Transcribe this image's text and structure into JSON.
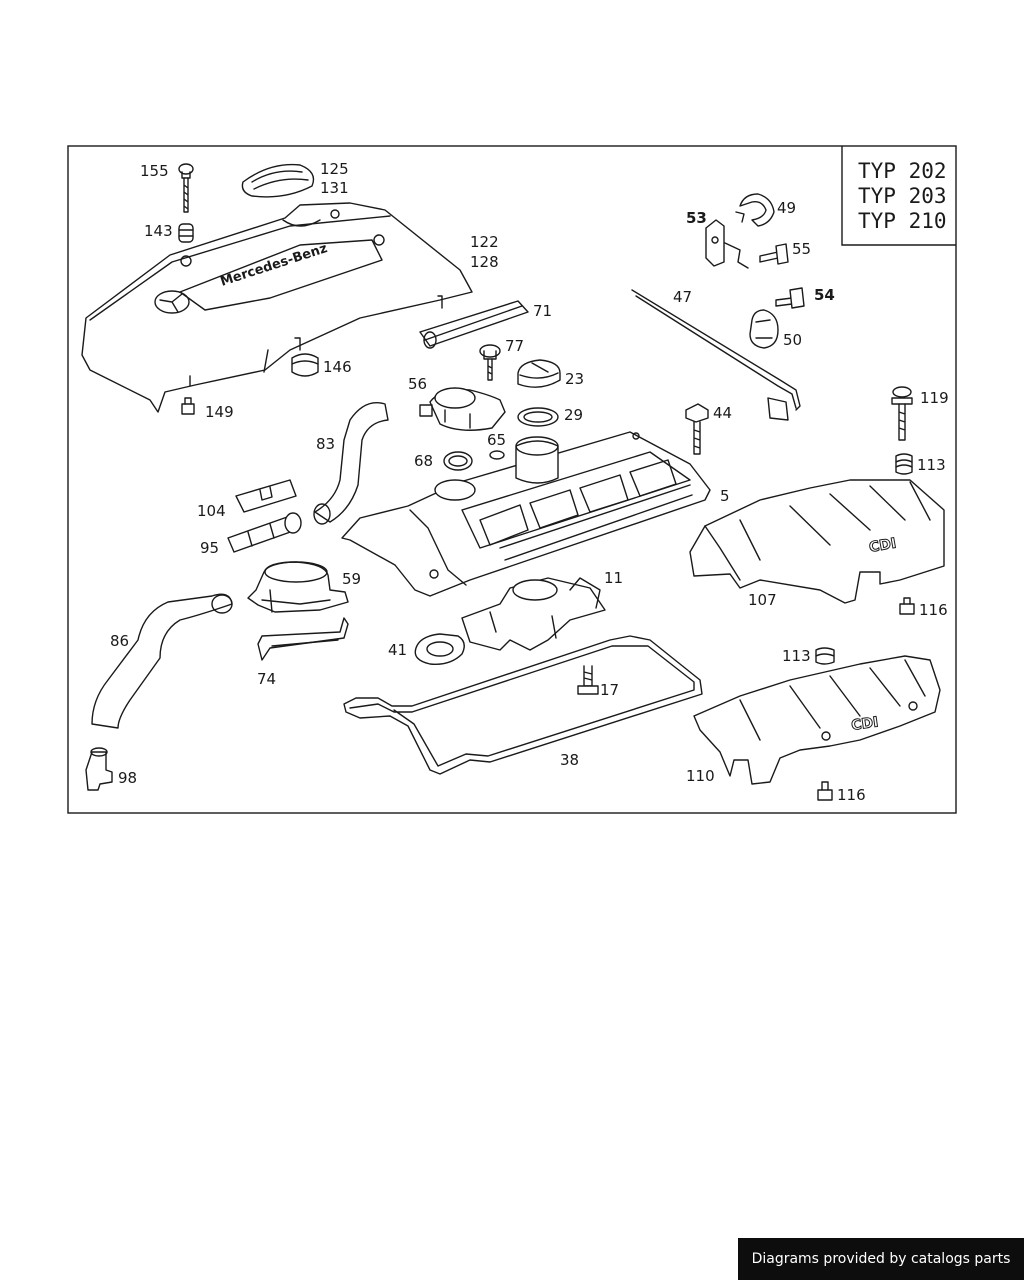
{
  "type_box": [
    "TYP 202",
    "TYP 203",
    "TYP 210"
  ],
  "logo_text": "Mercedes-Benz",
  "cdi_text": "CDI",
  "labels": {
    "p155": "155",
    "p125": "125",
    "p131": "131",
    "p143": "143",
    "p122": "122",
    "p128": "128",
    "p146": "146",
    "p149": "149",
    "p71": "71",
    "p77": "77",
    "p56": "56",
    "p23": "23",
    "p29": "29",
    "p83": "83",
    "p65": "65",
    "p68": "68",
    "p5": "5",
    "p104": "104",
    "p95": "95",
    "p59": "59",
    "p11": "11",
    "p86": "86",
    "p41": "41",
    "p74": "74",
    "p17": "17",
    "p38": "38",
    "p98": "98",
    "p53": "53",
    "p49": "49",
    "p55": "55",
    "p47": "47",
    "p54": "54",
    "p50": "50",
    "p44": "44",
    "p119": "119",
    "p113a": "113",
    "p107": "107",
    "p116a": "116",
    "p113b": "113",
    "p110": "110",
    "p116b": "116"
  },
  "footer_text": "Diagrams provided by catalogs parts"
}
